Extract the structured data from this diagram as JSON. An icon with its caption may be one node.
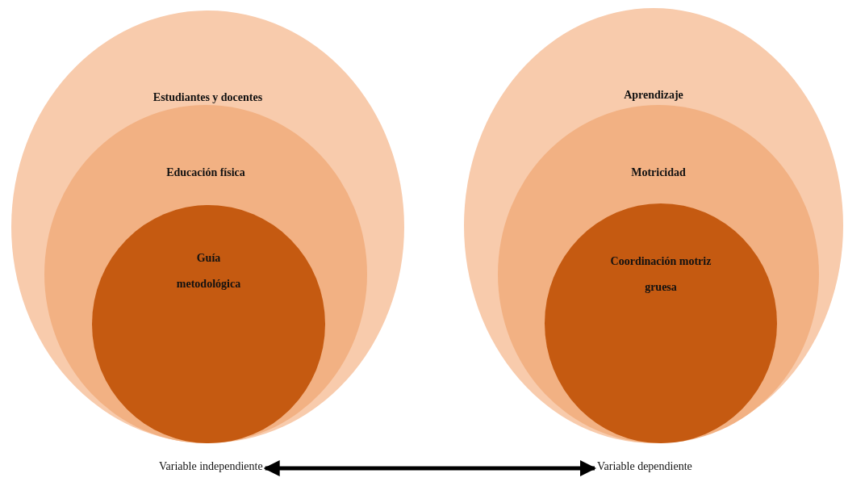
{
  "diagram": {
    "nodes": [
      {
        "text": [
          "Estudiantes y docentes"
        ]
      },
      {
        "text": [
          "Educación física"
        ],
        "in": 0
      },
      {
        "text": [
          "Guía metodológica"
        ],
        "in": 1
      },
      {
        "text": [
          "Aprendizaje"
        ]
      },
      {
        "text": [
          "Motricidad"
        ],
        "in": 3
      },
      {
        "text": [
          "Coordinación motriz gruesa"
        ],
        "in": 4
      },
      {
        "text": [
          "Variable independiente"
        ]
      },
      {
        "text": [
          "Variable dependiente"
        ]
      }
    ],
    "edges": [
      {
        "from": 6,
        "to": 7,
        "arrow": "both"
      }
    ]
  }
}
